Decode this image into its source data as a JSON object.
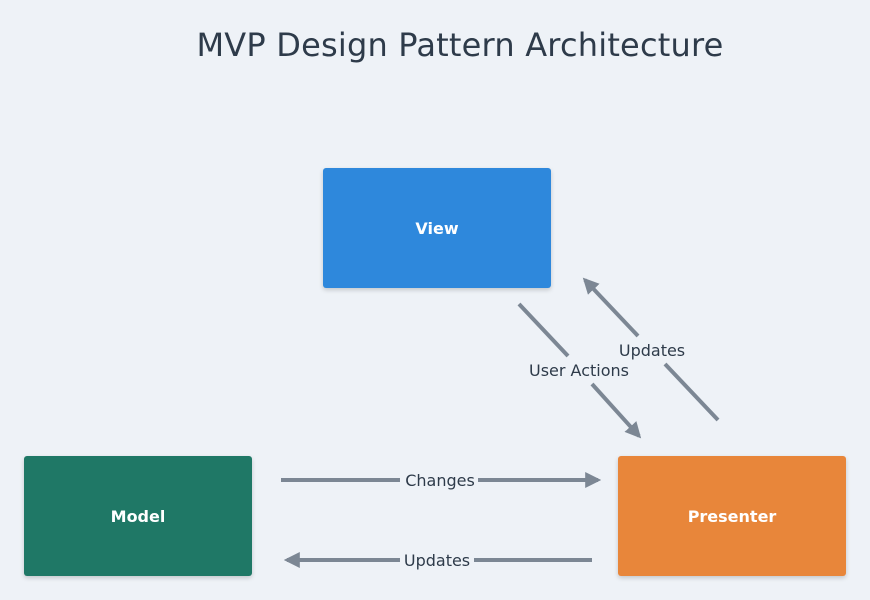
{
  "title": "MVP Design Pattern Architecture",
  "colors": {
    "background": "#eef2f7",
    "view": "#2e88dc",
    "model": "#1f7866",
    "presenter": "#e8863a",
    "connector": "#7c8794",
    "text": "#2e3b4a"
  },
  "nodes": {
    "view": {
      "label": "View"
    },
    "model": {
      "label": "Model"
    },
    "presenter": {
      "label": "Presenter"
    }
  },
  "edges": {
    "user_actions": {
      "label": "User Actions",
      "from": "View",
      "to": "Presenter"
    },
    "updates_view": {
      "label": "Updates",
      "from": "Presenter",
      "to": "View"
    },
    "changes": {
      "label": "Changes",
      "from": "Model",
      "to": "Presenter"
    },
    "updates_model": {
      "label": "Updates",
      "from": "Presenter",
      "to": "Model"
    }
  }
}
